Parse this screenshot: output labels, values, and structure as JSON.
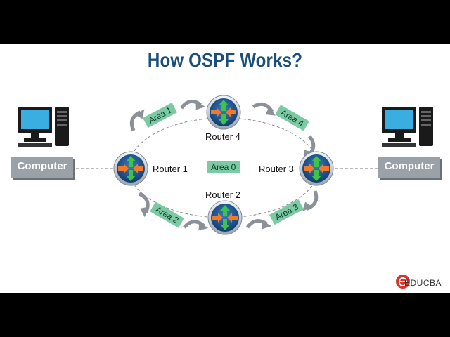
{
  "title": "How OSPF Works?",
  "computers": {
    "left": "Computer",
    "right": "Computer"
  },
  "routers": {
    "r1": "Router 1",
    "r2": "Router 2",
    "r3": "Router 3",
    "r4": "Router 4"
  },
  "areas": {
    "a0": "Area 0",
    "a1": "Area 1",
    "a2": "Area 2",
    "a3": "Area 3",
    "a4": "Area 4"
  },
  "brand": {
    "name": "EDUCBA"
  },
  "colors": {
    "title": "#1b4f79",
    "area": "#7ccaa3",
    "router": "#1e4f8a",
    "computer_box": "#9aa1a8",
    "brand": "#d9342b"
  }
}
